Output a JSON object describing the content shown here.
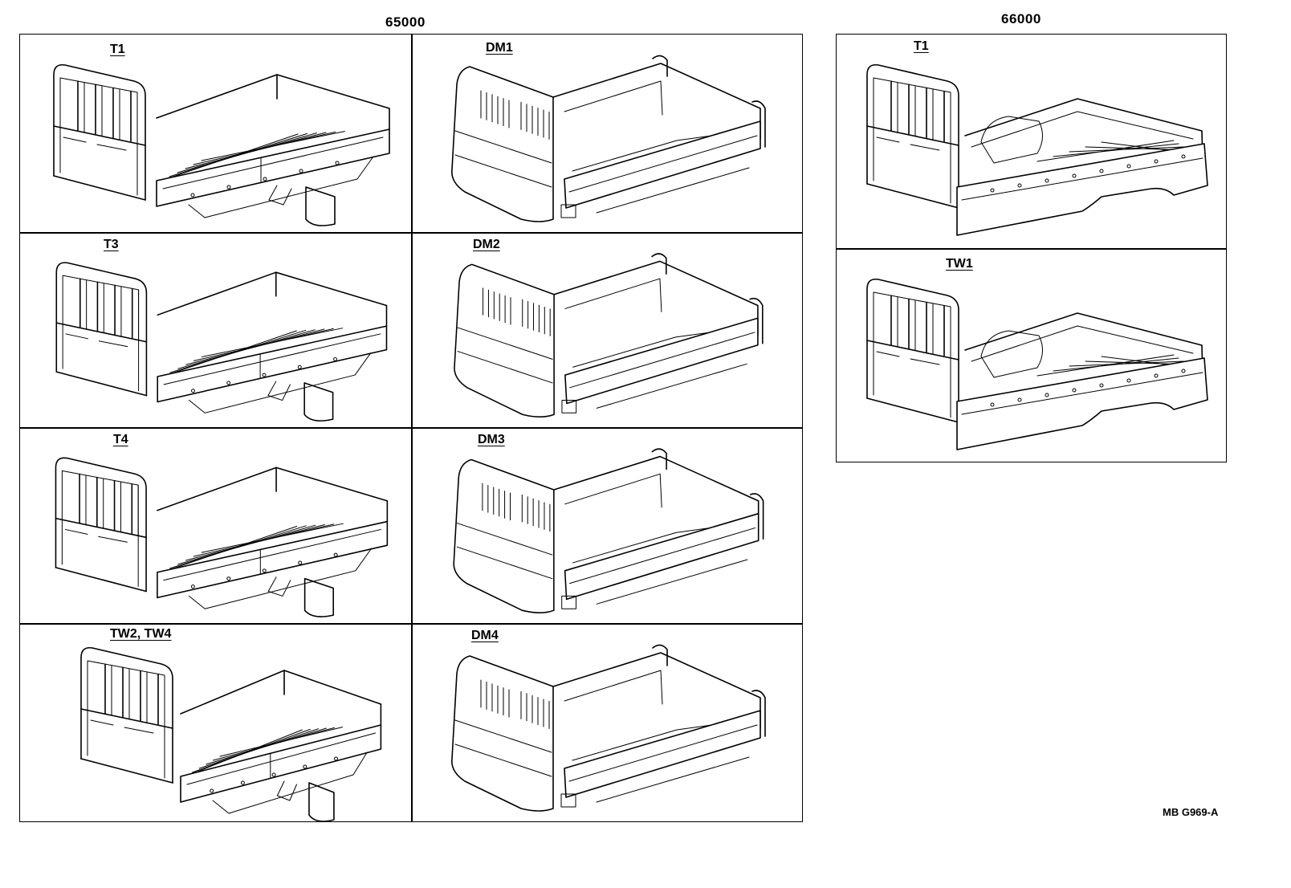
{
  "groups": [
    {
      "heading": "65000",
      "cells": [
        {
          "label": "T1",
          "type": "flatbed"
        },
        {
          "label": "DM1",
          "type": "dump"
        },
        {
          "label": "T3",
          "type": "flatbed"
        },
        {
          "label": "DM2",
          "type": "dump"
        },
        {
          "label": "T4",
          "type": "flatbed"
        },
        {
          "label": "DM3",
          "type": "dump"
        },
        {
          "label": "TW2, TW4",
          "type": "flatbed-short"
        },
        {
          "label": "DM4",
          "type": "dump"
        }
      ]
    },
    {
      "heading": "66000",
      "cells": [
        {
          "label": "T1",
          "type": "wellside"
        },
        {
          "label": "TW1",
          "type": "wellside"
        }
      ]
    }
  ],
  "reference_code": "MB G969-A"
}
